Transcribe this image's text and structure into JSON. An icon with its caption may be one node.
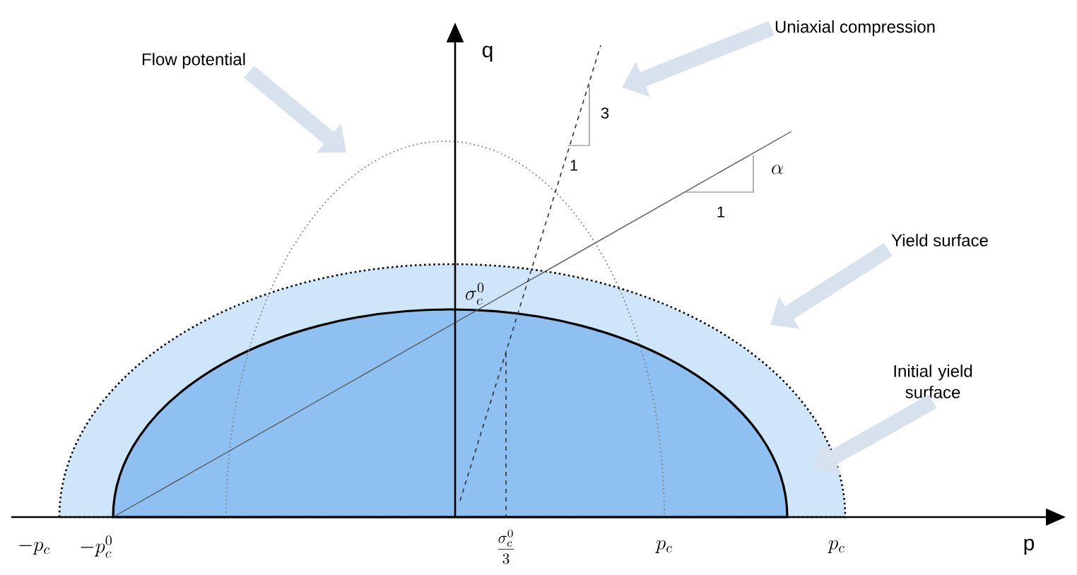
{
  "diagram": {
    "nodes": [
      {
        "text": [
          "Flow potential"
        ]
      },
      {
        "text": [
          "Uniaxial compression"
        ]
      },
      {
        "text": [
          "Yield surface"
        ]
      },
      {
        "text": [
          "Initial yield surface"
        ]
      }
    ],
    "edges": [
      {
        "from": 0,
        "to": null,
        "arrow": "to"
      },
      {
        "from": 1,
        "to": null,
        "arrow": "to"
      },
      {
        "from": 2,
        "to": null,
        "arrow": "to"
      },
      {
        "from": 3,
        "to": null,
        "arrow": "to"
      }
    ],
    "labels": [
      "q",
      "3",
      "1",
      "\\alpha",
      "1",
      "\\sigma_c^0",
      "-p_c",
      "-p_c^0",
      "\\frac{\\sigma_c^0}{3}",
      "p_c",
      "p_c",
      "p"
    ]
  }
}
